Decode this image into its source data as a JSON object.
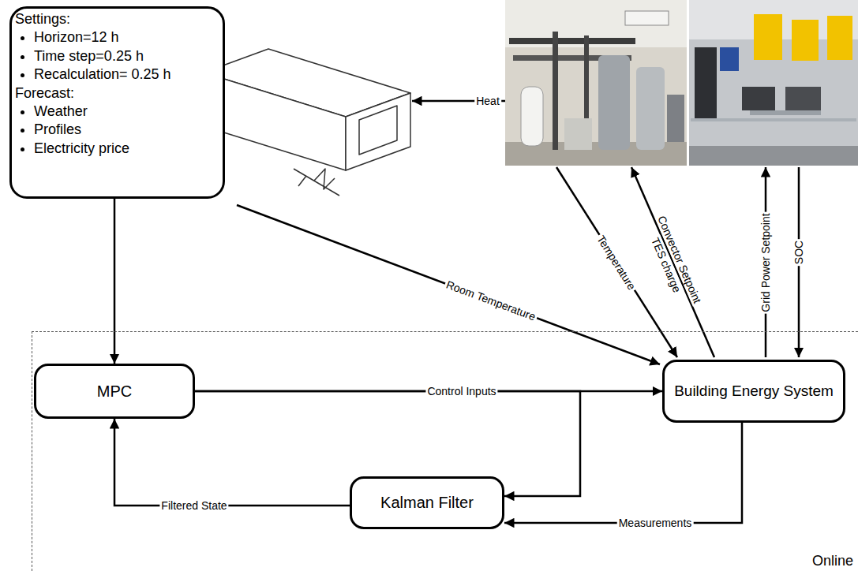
{
  "diagram": {
    "nodes": [
      {
        "text": [
          "Settings:",
          "Horizon=12 h",
          "Time step=0.25 h",
          "Recalculation= 0.25 h",
          "Forecast:",
          "Weather",
          "Profiles",
          "Electricity price"
        ]
      },
      {
        "text": [
          "Online"
        ]
      },
      {
        "text": [
          "MPC"
        ],
        "in": 1
      },
      {
        "text": [
          "Building Energy System"
        ],
        "in": 1
      },
      {
        "text": [
          "Kalman Filter"
        ],
        "in": 1
      }
    ],
    "edges": [
      {
        "from": 0,
        "to": 2,
        "arrow": "to"
      },
      {
        "from": 2,
        "to": 3,
        "label": "Control Inputs",
        "arrow": "to"
      },
      {
        "from": 2,
        "to": 4,
        "arrow": "to"
      },
      {
        "from": 3,
        "to": 4,
        "label": "Measurements",
        "arrow": "to"
      },
      {
        "from": 4,
        "to": 2,
        "label": "Filtered State",
        "arrow": "to"
      }
    ],
    "labels": [
      "Heat",
      "Room Temperature",
      "Temperature",
      "Convector Setpoint",
      "TES charge",
      "Grid Power Setpoint",
      "SOC"
    ]
  }
}
